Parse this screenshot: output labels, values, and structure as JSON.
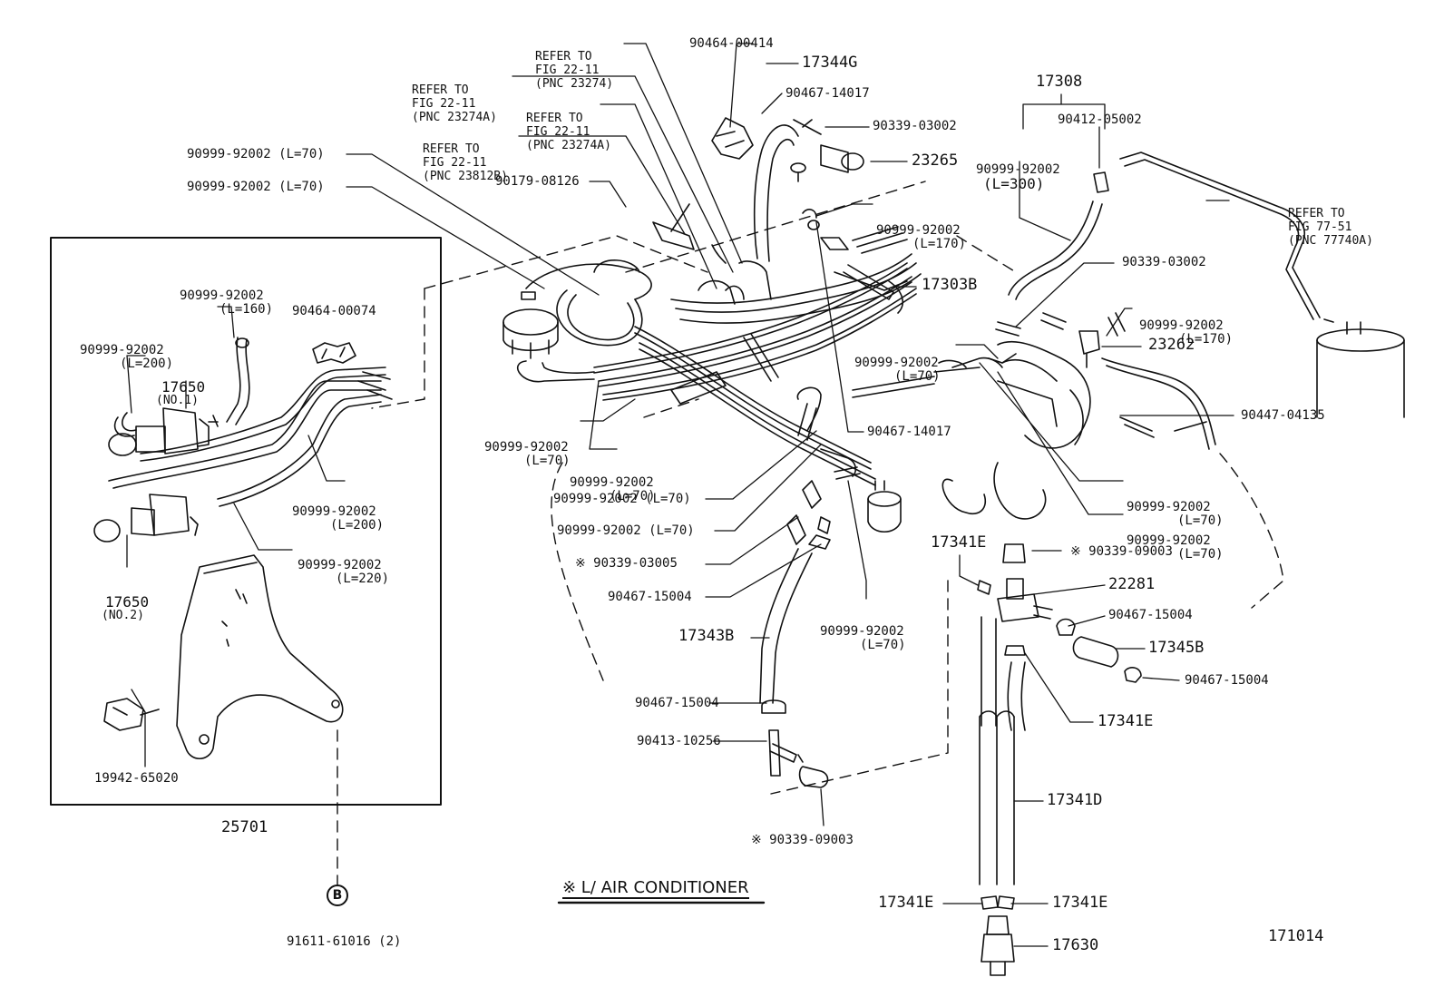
{
  "labels": {
    "refer_22_11_23274": [
      "REFER TO",
      "FIG 22-11",
      "(PNC 23274)"
    ],
    "refer_22_11_23274a_a": [
      "REFER TO",
      "FIG 22-11",
      "(PNC 23274A)"
    ],
    "refer_22_11_23274a_b": [
      "REFER TO",
      "FIG 22-11",
      "(PNC 23274A)"
    ],
    "refer_22_11_23812b": [
      "REFER TO",
      "FIG 22-11",
      "(PNC 23812B)"
    ],
    "refer_77_51": [
      "REFER TO",
      "FIG 77-51",
      "(PNC 77740A)"
    ],
    "p_90464_00414": "90464-00414",
    "p_17344g": "17344G",
    "p_90467_14017_top": "90467-14017",
    "p_90339_03002_top": "90339-03002",
    "p_23265": "23265",
    "p_17308": "17308",
    "p_90412_05002": "90412-05002",
    "p_90999_300": [
      "90999-92002",
      "(L=300)"
    ],
    "p_90999_l70_a": "90999-92002 (L=70)",
    "p_90999_l70_b": "90999-92002 (L=70)",
    "p_90179_08126": "90179-08126",
    "p_90999_l170_top": [
      "90999-92002",
      "(L=170)"
    ],
    "p_17303b": "17303B",
    "p_90339_03002_mid": "90339-03002",
    "p_90999_l170_right": [
      "90999-92002",
      "(L=170)"
    ],
    "p_23262": "23262",
    "p_90999_l70_mid": [
      "90999-92002",
      "(L=70)"
    ],
    "p_90447_04135": "90447-04135",
    "p_90467_14017_mid": "90467-14017",
    "p_90999_l70_r1": [
      "90999-92002",
      "(L=70)"
    ],
    "p_90999_l70_r2": [
      "90999-92002",
      "(L=70)"
    ],
    "p_90999_l70_left1": [
      "90999-92002",
      "(L=70)"
    ],
    "p_90999_l70_left2": [
      "90999-92002",
      "(L=70)"
    ],
    "p_90999_l70_c1": "90999-92002 (L=70)",
    "p_90999_l70_c2": "90999-92002 (L=70)",
    "p_90339_03005": "※ 90339-03005",
    "p_90467_15004_c": "90467-15004",
    "p_90999_l70_bottom": [
      "90999-92002",
      "(L=70)"
    ],
    "p_17343b": "17343B",
    "p_90467_15004_l": "90467-15004",
    "p_90413_10256": "90413-10256",
    "p_90339_09003_b": "※ 90339-09003",
    "p_17341e_top": "17341E",
    "p_90339_09003_r": "※ 90339-09003",
    "p_22281": "22281",
    "p_90467_15004_r1": "90467-15004",
    "p_17345b": "17345B",
    "p_90467_15004_r2": "90467-15004",
    "p_17341e_mid": "17341E",
    "p_17341d": "17341D",
    "p_17341e_bl": "17341E",
    "p_17341e_br": "17341E",
    "p_17630": "17630",
    "note_ac": "※ L/ AIR CONDITIONER",
    "fig_no": "171014",
    "box_160": [
      "90999-92002",
      "(L=160)"
    ],
    "box_90464_00074": "90464-00074",
    "box_200a": [
      "90999-92002",
      "(L=200)"
    ],
    "box_17650_1": [
      "17650",
      "(NO.1)"
    ],
    "box_200b": [
      "90999-92002",
      "(L=200)"
    ],
    "box_220": [
      "90999-92002",
      "(L=220)"
    ],
    "box_17650_2": [
      "17650",
      "(NO.2)"
    ],
    "box_19942": "19942-65020",
    "p_25701": "25701",
    "ref_b": "B",
    "p_91611": "91611-61016 (2)"
  }
}
